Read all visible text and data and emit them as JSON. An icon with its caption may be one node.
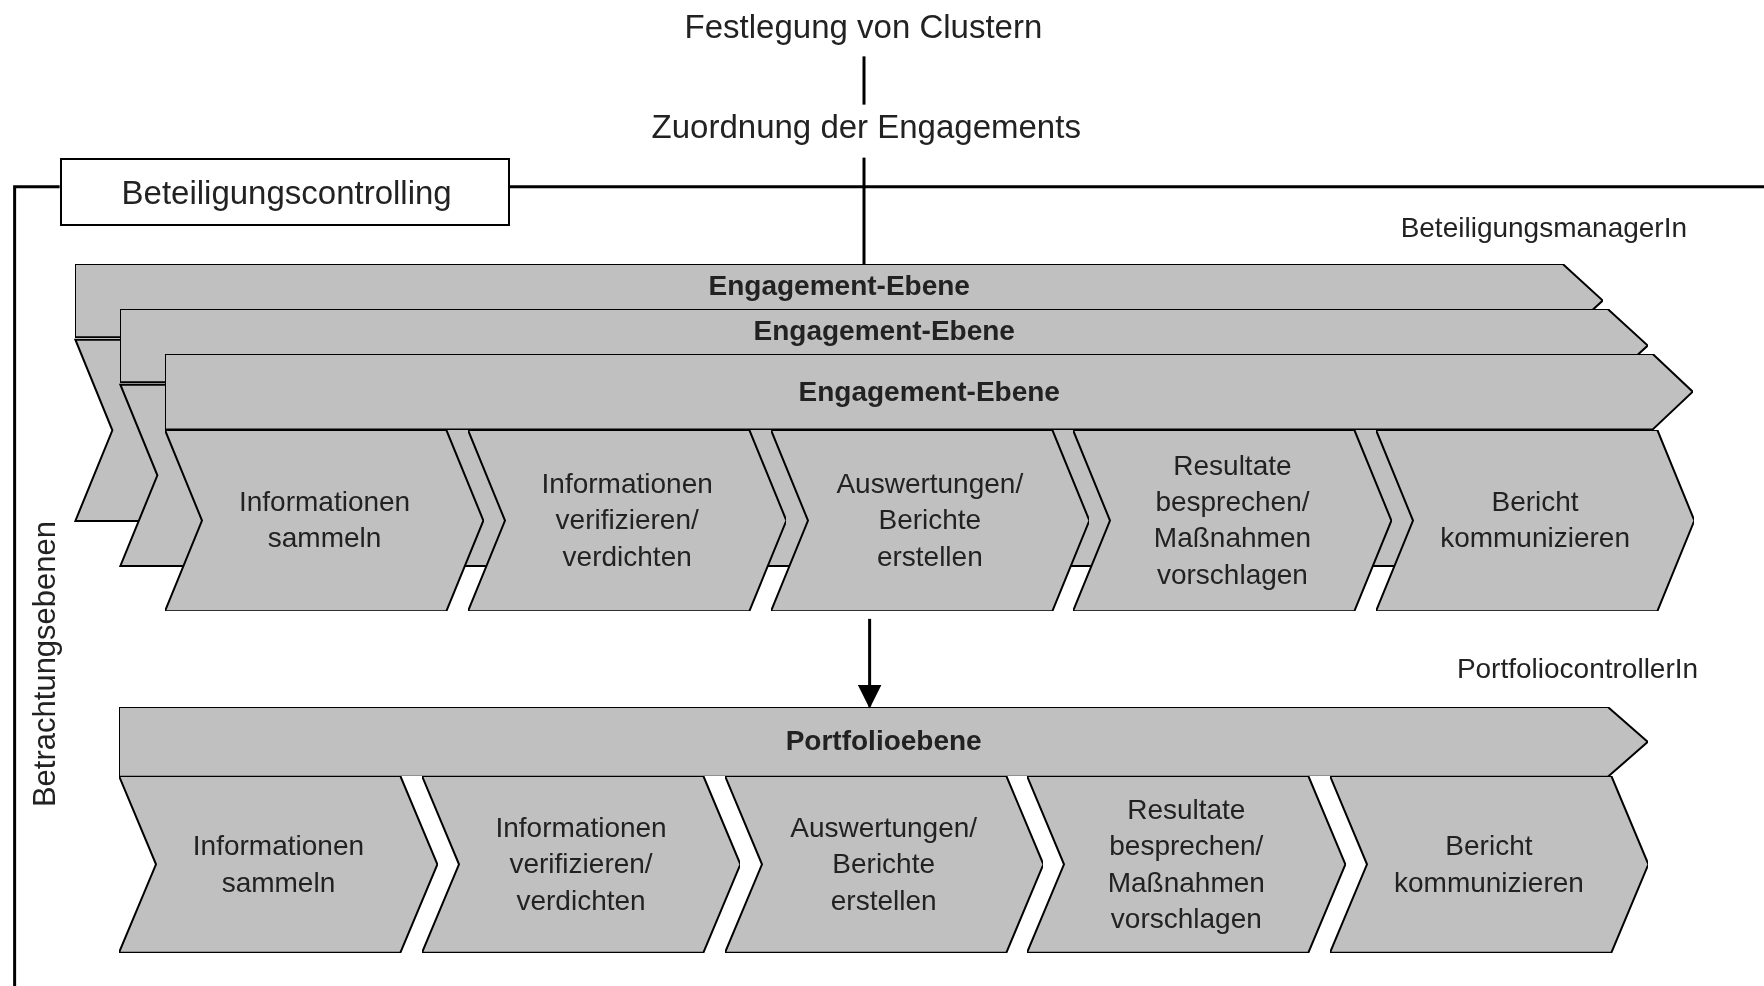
{
  "diagram": {
    "nodes": [
      {
        "text": [
          "Festlegung von Clustern"
        ]
      },
      {
        "text": [
          "Zuordnung der Engagements"
        ]
      },
      {
        "text": [
          "Beteiligungscontrolling"
        ]
      },
      {
        "text": [
          "Engagement-Ebene"
        ]
      },
      {
        "text": [
          "Engagement-Ebene"
        ]
      },
      {
        "text": [
          "Engagement-Ebene"
        ]
      },
      {
        "text": [
          "Informationen sammeln"
        ]
      },
      {
        "text": [
          "Informationen verifizieren/ verdichten"
        ]
      },
      {
        "text": [
          "Auswertungen/ Berichte erstellen"
        ]
      },
      {
        "text": [
          "Resultate besprechen/ Maßnahmen vorschlagen"
        ]
      },
      {
        "text": [
          "Bericht kommunizieren"
        ]
      },
      {
        "text": [
          "Portfolioebene"
        ]
      },
      {
        "text": [
          "Informationen sammeln"
        ]
      },
      {
        "text": [
          "Informationen verifizieren/ verdichten"
        ]
      },
      {
        "text": [
          "Auswertungen/ Berichte erstellen"
        ]
      },
      {
        "text": [
          "Resultate besprechen/ Maßnahmen vorschlagen"
        ]
      },
      {
        "text": [
          "Bericht kommunizieren"
        ]
      }
    ],
    "edges": [
      {
        "from": 0,
        "to": 1,
        "arrow": "none"
      },
      {
        "from": 1,
        "to": 3,
        "arrow": "none"
      },
      {
        "from": 8,
        "to": 11,
        "arrow": "to"
      }
    ],
    "labels": [
      "BeteiligungsmanagerIn",
      "PortfoliocontrollerIn",
      "Betrachtungsebenen"
    ]
  }
}
